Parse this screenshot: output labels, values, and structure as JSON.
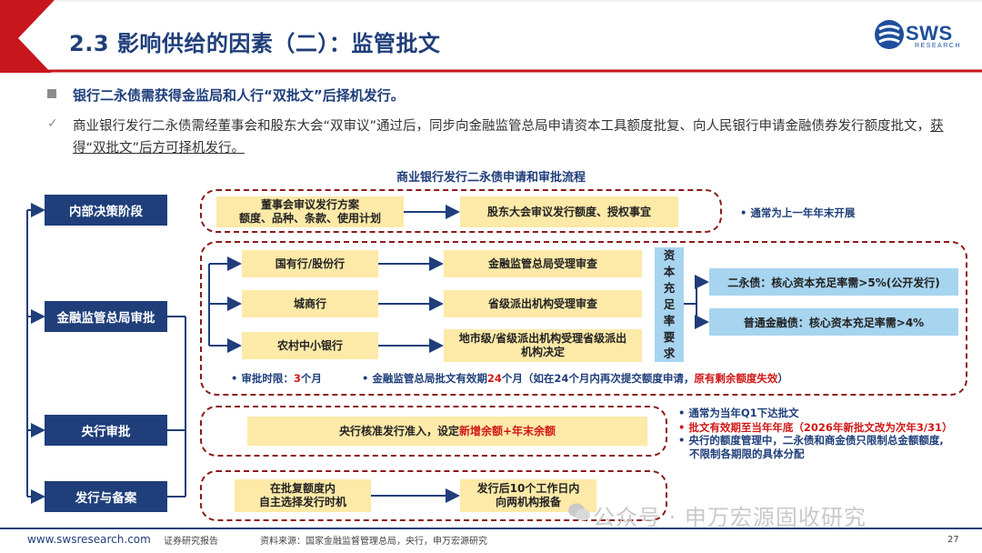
{
  "header": {
    "title": "2.3 影响供给的因素（二）：监管批文"
  },
  "logo": {
    "name": "SWS",
    "sub": "RESEARCH"
  },
  "bullets": {
    "main": "银行二永债需获得金监局和人行“双批文”后择机发行。",
    "detail_pre": "商业银行发行二永债需经董事会和股东大会“双审议”通过后，同步向金融监管总局申请资本工具额度批复、向人民银行申请金融债券发行额度批文，",
    "detail_underline": "获得“双批文”后方可择机发行。"
  },
  "flow": {
    "title": "商业银行发行二永债申请和审批流程",
    "stages": [
      "内部决策阶段",
      "金融监管总局审批",
      "央行审批",
      "发行与备案"
    ],
    "internal": {
      "box1_line1": "董事会审议发行方案",
      "box1_line2": "额度、品种、条款、使用计划",
      "box2": "股东大会审议发行额度、授权事宜",
      "note": "• 通常为上一年年末开展"
    },
    "nfra": {
      "banks": [
        "国有行/股份行",
        "城商行",
        "农村中小银行"
      ],
      "reviews": [
        "金融监管总局受理审查",
        "省级派出机构受理审查"
      ],
      "review3_line1": "地市级/省级派出机构受理省级派出",
      "review3_line2": "机构决定",
      "capital_chars": [
        "资",
        "本",
        "充",
        "足",
        "率",
        "要",
        "求"
      ],
      "req1": "二永债：核心资本充足率需>5%(公开发行)",
      "req2": "普通金融债：核心资本充足率需>4%",
      "note_a_pre": "• 审批时限：",
      "note_a_red": "3",
      "note_a_post": "个月",
      "note_b_pre": "• 金融监管总局批文有效期",
      "note_b_red": "24",
      "note_b_mid": "个月（如在24个月内再次提交额度申请，",
      "note_b_red2": "原有剩余额度失效",
      "note_b_post": "）"
    },
    "pboc": {
      "box_pre": "央行核准发行准入，设定",
      "box_red": "新增余额+年末余额",
      "note1": "• 通常为当年Q1下达批文",
      "note2_red": "• 批文有效期至当年年底（2026年新批文改为次年3/31）",
      "note3_line1": "• 央行的额度管理中，二永债和商金债只限制总金额额度,",
      "note3_line2": "不限制各期限的具体分配"
    },
    "issue": {
      "box1_line1": "在批复额度内",
      "box1_line2": "自主选择发行时机",
      "box2_line1": "发行后10个工作日内",
      "box2_line2": "向两机构报备"
    }
  },
  "footer": {
    "url": "www.swsresearch.com",
    "doc_type": "证券研究报告",
    "source": "资料来源：国家金融监督管理总局，央行，申万宏源研究",
    "page": "27",
    "watermark": "公众号 · 申万宏源固收研究"
  },
  "colors": {
    "navy": "#1f3e7a",
    "header_red": "#c8161d",
    "yellow": "#fde9a8",
    "light_blue": "#a7d4ef",
    "dashed_red": "#8b1a1a",
    "alert_red": "#d01818"
  }
}
